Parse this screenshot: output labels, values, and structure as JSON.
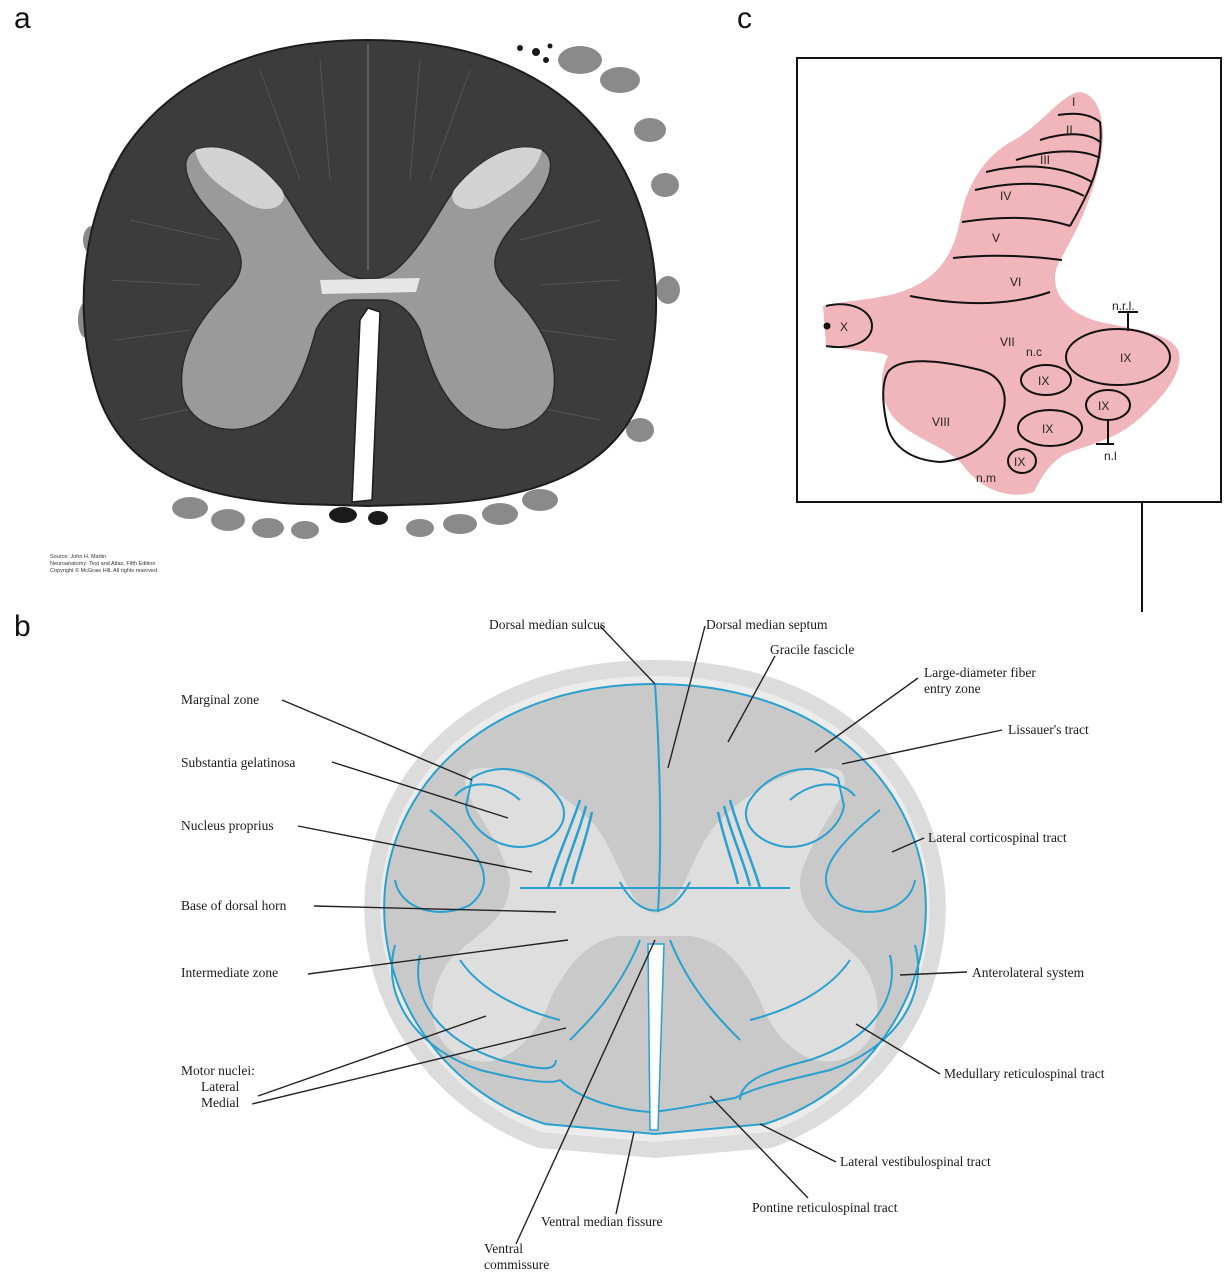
{
  "panels": {
    "a": "a",
    "b": "b",
    "c": "c"
  },
  "panel_a": {
    "source_lines": [
      "Source: John H. Martin",
      "Neuroanatomy: Text and Atlas, Fifth Edition",
      "Copyright © McGraw Hill. All rights reserved."
    ]
  },
  "panel_b": {
    "labels": {
      "dorsal_median_sulcus": "Dorsal median sulcus",
      "dorsal_median_septum": "Dorsal median septum",
      "gracile_fascicle": "Gracile fascicle",
      "large_diameter_1": "Large-diameter fiber",
      "large_diameter_2": "entry zone",
      "lissauers_tract": "Lissauer's tract",
      "marginal_zone": "Marginal zone",
      "substantia_gelatinosa": "Substantia gelatinosa",
      "nucleus_proprius": "Nucleus proprius",
      "base_dorsal_horn": "Base of dorsal horn",
      "intermediate_zone": "Intermediate zone",
      "motor_nuclei": "Motor nuclei:",
      "lateral": "Lateral",
      "medial": "Medial",
      "lateral_corticospinal": "Lateral corticospinal tract",
      "anterolateral": "Anterolateral system",
      "medullary_reticulospinal": "Medullary reticulospinal tract",
      "lateral_vestibulospinal": "Lateral vestibulospinal tract",
      "pontine_reticulospinal": "Pontine reticulospinal tract",
      "ventral_median_fissure": "Ventral median fissure",
      "ventral_commissure_1": "Ventral",
      "ventral_commissure_2": "commissure"
    }
  },
  "panel_c": {
    "laminae": {
      "I": "I",
      "II": "II",
      "III": "III",
      "IV": "IV",
      "V": "V",
      "VI": "VI",
      "VII": "VII",
      "VIII": "VIII",
      "X": "X",
      "IX_a": "IX",
      "IX_b": "IX",
      "IX_c": "IX",
      "IX_d": "IX",
      "IX_e": "IX"
    },
    "nuclei": {
      "nrl": "n.r.l.",
      "nc": "n.c",
      "nl": "n.l",
      "nm": "n.m"
    }
  },
  "colors": {
    "tract_outline": "#2aa0cf",
    "lamina_fill": "#f0b6bc",
    "stain_dark": "#3a3a3a"
  }
}
